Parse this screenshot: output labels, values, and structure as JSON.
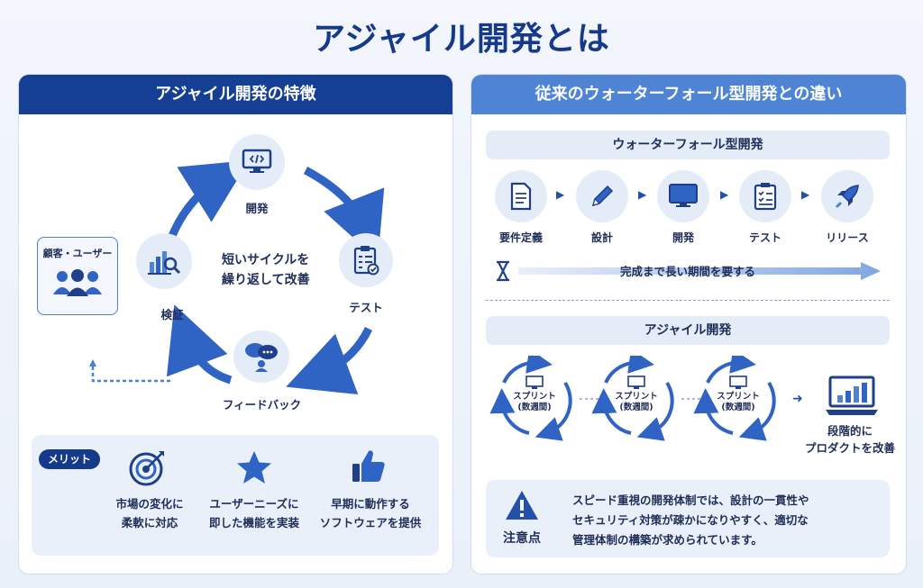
{
  "title": "アジャイル開発とは",
  "left_panel": {
    "header": "アジャイル開発の特徴",
    "cycle": {
      "center_text_line1": "短いサイクルを",
      "center_text_line2": "繰り返して改善",
      "steps": {
        "develop": "開発",
        "test": "テスト",
        "feedback": "フィードバック",
        "verify": "検証"
      }
    },
    "customer_label": "顧客・ユーザー",
    "merit": {
      "badge": "メリット",
      "items": [
        {
          "line1": "市場の変化に",
          "line2": "柔軟に対応",
          "icon": "target-icon"
        },
        {
          "line1": "ユーザーニーズに",
          "line2": "即した機能を実装",
          "icon": "star-icon"
        },
        {
          "line1": "早期に動作する",
          "line2": "ソフトウェアを提供",
          "icon": "thumbs-up-icon"
        }
      ]
    }
  },
  "right_panel": {
    "header": "従来のウォーターフォール型開発との違い",
    "waterfall": {
      "header": "ウォーターフォール型開発",
      "steps": [
        "要件定義",
        "設計",
        "開発",
        "テスト",
        "リリース"
      ],
      "duration_text": "完成まで長い期間を要する"
    },
    "agile": {
      "header": "アジャイル開発",
      "sprint_label_line1": "スプリント",
      "sprint_label_line2": "(数週間)",
      "result_line1": "段階的に",
      "result_line2": "プロダクトを改善"
    },
    "note": {
      "label": "注意点",
      "text_line1": "スピード重視の開発体制では、設計の一貫性や",
      "text_line2": "セキュリティ対策が疎かになりやすく、適切な",
      "text_line3": "管理体制の構築が求められています。"
    }
  },
  "colors": {
    "dark_blue": "#143f93",
    "mid_blue": "#2f63c4",
    "light_blue": "#4f83d3",
    "pale": "#e4ecf8"
  }
}
